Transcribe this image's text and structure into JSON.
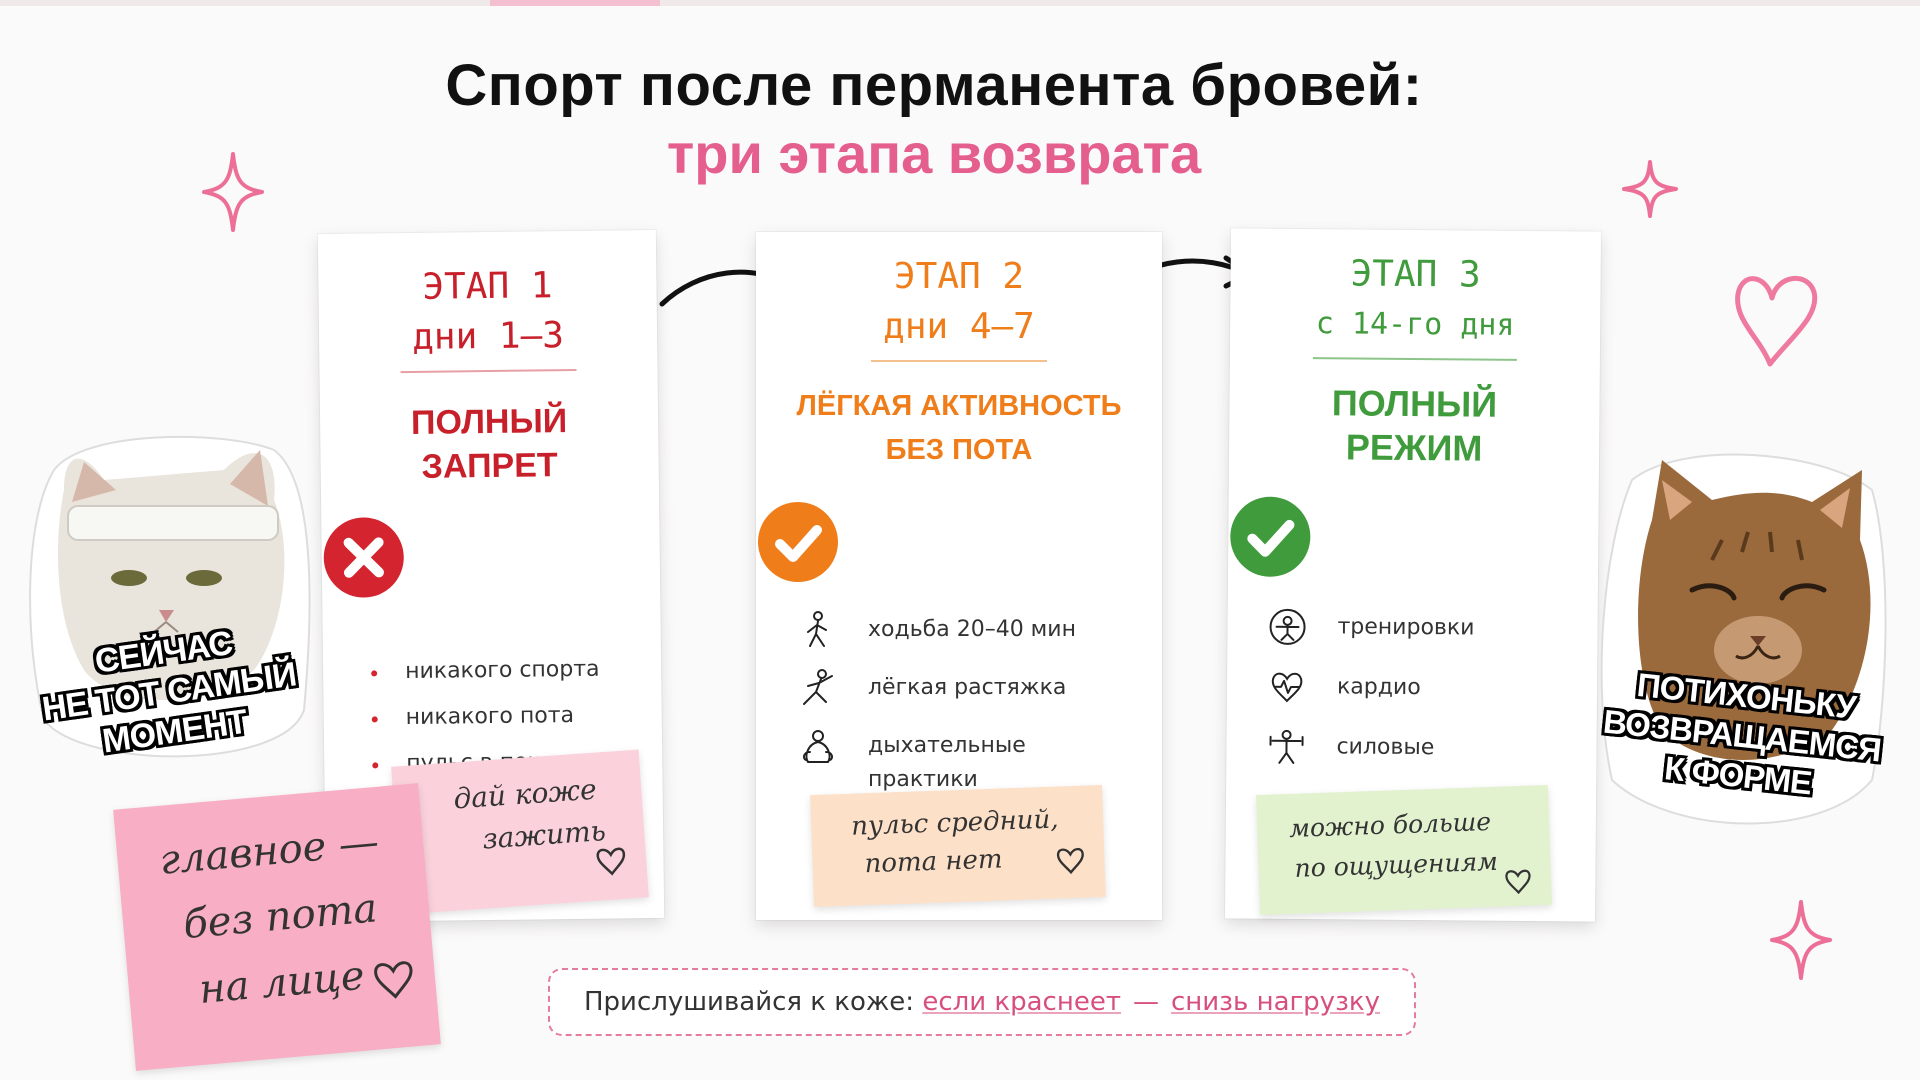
{
  "header": {
    "title_line1": "Спорт после перманента бровей:",
    "title_line2": "три этапа возврата"
  },
  "colors": {
    "accent_pink": "#e45f8e",
    "stage1_red": "#c8202b",
    "stage2_orange": "#ef7d1a",
    "stage3_green": "#3f9b3c"
  },
  "stages": [
    {
      "stage": "ЭТАП 1",
      "days": "дни 1–3",
      "heading_line1": "ПОЛНЫЙ",
      "heading_line2": "ЗАПРЕТ",
      "badge_icon": "cross-icon",
      "items": [
        "никакого спорта",
        "никакого пота",
        "пульс в покое"
      ],
      "note_line1": "дай коже",
      "note_line2": "зажить"
    },
    {
      "stage": "ЭТАП 2",
      "days": "дни 4–7",
      "heading_line1": "ЛЁГКАЯ АКТИВНОСТЬ",
      "heading_line2": "БЕЗ ПОТА",
      "badge_icon": "check-icon",
      "items": [
        {
          "icon": "walking-person-icon",
          "text": "ходьба 20–40 мин"
        },
        {
          "icon": "stretching-person-icon",
          "text": "лёгкая растяжка"
        },
        {
          "icon": "breathing-icon",
          "text_line1": "дыхательные",
          "text_line2": "практики"
        }
      ],
      "note_line1": "пульс средний,",
      "note_line2": "пота нет"
    },
    {
      "stage": "ЭТАП 3",
      "days": "с 14-го дня",
      "heading_line1": "ПОЛНЫЙ",
      "heading_line2": "РЕЖИМ",
      "badge_icon": "check-icon",
      "items": [
        {
          "icon": "training-icon",
          "text": "тренировки"
        },
        {
          "icon": "cardio-heart-icon",
          "text": "кардио"
        },
        {
          "icon": "strength-icon",
          "text": "силовые"
        }
      ],
      "note_line1": "можно больше",
      "note_line2": "по ощущениям"
    }
  ],
  "sticky_note": {
    "line1": "главное —",
    "line2": "без пота",
    "line3": "на лице"
  },
  "memes": {
    "left": {
      "line1": "СЕЙЧАС",
      "line2": "НЕ ТОТ САМЫЙ",
      "line3": "МОМЕНТ"
    },
    "right": {
      "line1": "ПОТИХОНЬКУ",
      "line2": "ВОЗВРАЩАЕМСЯ",
      "line3": "К ФОРМЕ"
    }
  },
  "footer": {
    "lead": "Прислушивайся к коже:",
    "cond": "если краснеет",
    "dash": "—",
    "action": "снизь нагрузку"
  }
}
